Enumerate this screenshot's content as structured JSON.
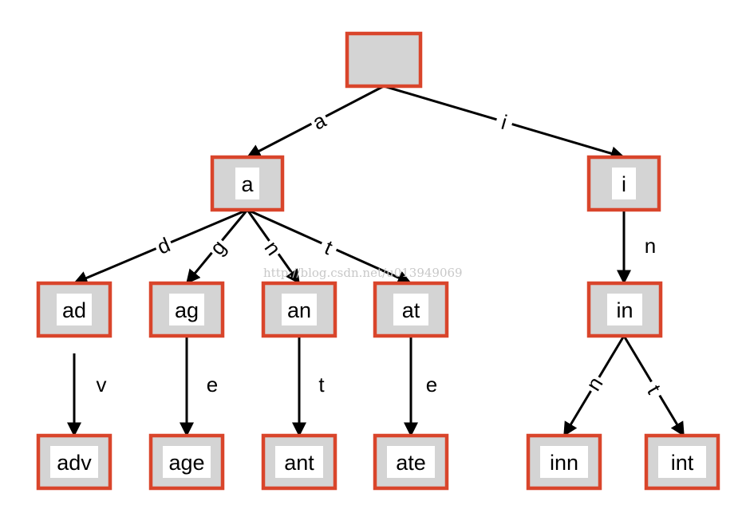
{
  "nodes": [
    {
      "id": "root",
      "label": ""
    },
    {
      "id": "a",
      "label": "a"
    },
    {
      "id": "i",
      "label": "i"
    },
    {
      "id": "ad",
      "label": "ad"
    },
    {
      "id": "ag",
      "label": "ag"
    },
    {
      "id": "an",
      "label": "an"
    },
    {
      "id": "at",
      "label": "at"
    },
    {
      "id": "in",
      "label": "in"
    },
    {
      "id": "adv",
      "label": "adv"
    },
    {
      "id": "age",
      "label": "age"
    },
    {
      "id": "ant",
      "label": "ant"
    },
    {
      "id": "ate",
      "label": "ate"
    },
    {
      "id": "inn",
      "label": "inn"
    },
    {
      "id": "int",
      "label": "int"
    }
  ],
  "edges": [
    {
      "from": "root",
      "to": "a",
      "label": "a"
    },
    {
      "from": "root",
      "to": "i",
      "label": "i"
    },
    {
      "from": "a",
      "to": "ad",
      "label": "d"
    },
    {
      "from": "a",
      "to": "ag",
      "label": "g"
    },
    {
      "from": "a",
      "to": "an",
      "label": "n"
    },
    {
      "from": "a",
      "to": "at",
      "label": "t"
    },
    {
      "from": "i",
      "to": "in",
      "label": "n"
    },
    {
      "from": "ad",
      "to": "adv",
      "label": "v"
    },
    {
      "from": "ag",
      "to": "age",
      "label": "e"
    },
    {
      "from": "an",
      "to": "ant",
      "label": "t"
    },
    {
      "from": "at",
      "to": "ate",
      "label": "e"
    },
    {
      "from": "in",
      "to": "inn",
      "label": "n"
    },
    {
      "from": "in",
      "to": "int",
      "label": "t"
    }
  ],
  "watermark": "http://blog.csdn.net/u013949069",
  "colors": {
    "node_fill": "#d4d4d4",
    "node_border": "#d9452b",
    "edge": "#000000"
  }
}
